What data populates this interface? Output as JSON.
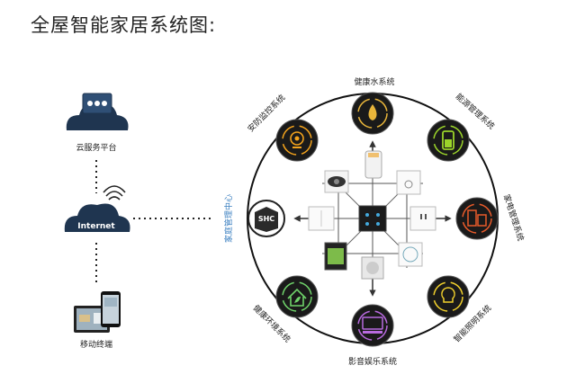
{
  "title": "全屋智能家居系统图:",
  "left_chain": {
    "cloud_label": "云服务平台",
    "internet_label": "Internet",
    "mobile_label": "移动终端"
  },
  "center": {
    "shc_label": "SHC",
    "side_label": "家庭管理中心"
  },
  "systems": {
    "water": "健康水系统",
    "energy": "能源管理系统",
    "appliance": "家电管理系统",
    "lighting": "智能照明系统",
    "av": "影音娱乐系统",
    "environment": "健康环境系统",
    "security": "安防监控系统"
  },
  "colors": {
    "ring": "#111111",
    "node_fill": "#1a1a1a",
    "accent_water": "#e8b53a",
    "accent_energy": "#9bd42a",
    "accent_appliance": "#e85a2a",
    "accent_lighting": "#f2d12c",
    "accent_av": "#b86adf",
    "accent_environment": "#6fd36a",
    "accent_security": "#f2a21c",
    "shc_blue": "#3a7fc0"
  }
}
